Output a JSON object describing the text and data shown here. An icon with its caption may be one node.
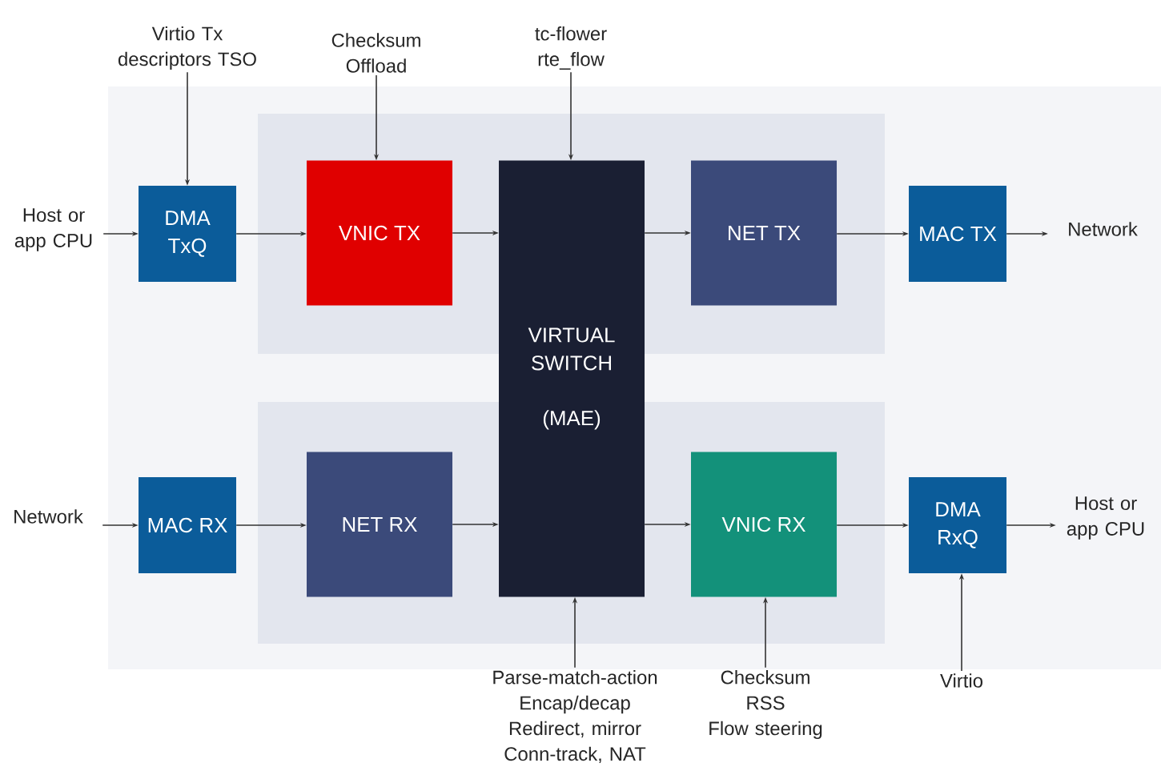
{
  "diagram": {
    "nodes": [
      {
        "text": [
          "Host or app CPU"
        ]
      },
      {
        "text": [
          "DMA TxQ"
        ]
      },
      {
        "text": [
          "VNIC TX"
        ]
      },
      {
        "text": [
          "VIRTUAL SWITCH",
          "(MAE)"
        ]
      },
      {
        "text": [
          "NET TX"
        ]
      },
      {
        "text": [
          "MAC TX"
        ]
      },
      {
        "text": [
          "Network"
        ]
      },
      {
        "text": [
          "Network"
        ]
      },
      {
        "text": [
          "MAC RX"
        ]
      },
      {
        "text": [
          "NET RX"
        ]
      },
      {
        "text": [
          "VNIC RX"
        ]
      },
      {
        "text": [
          "DMA RxQ"
        ]
      },
      {
        "text": [
          "Host or app CPU"
        ]
      },
      {
        "text": [
          "Virtio Tx descriptors TSO"
        ]
      },
      {
        "text": [
          "Checksum Offload"
        ]
      },
      {
        "text": [
          "tc-flower rte_flow"
        ]
      },
      {
        "text": [
          "Parse-match-action Encap/decap Redirect, mirror Conn-track, NAT"
        ]
      },
      {
        "text": [
          "Checksum",
          "RSS",
          "Flow steering"
        ]
      },
      {
        "text": [
          "Virtio"
        ]
      }
    ],
    "edges": [
      {
        "from": 0,
        "to": 1,
        "arrow": "to"
      },
      {
        "from": 1,
        "to": 2,
        "arrow": "to"
      },
      {
        "from": 2,
        "to": 3,
        "arrow": "to"
      },
      {
        "from": 3,
        "to": 4,
        "arrow": "to"
      },
      {
        "from": 4,
        "to": 5,
        "arrow": "to"
      },
      {
        "from": 5,
        "to": 6,
        "arrow": "to"
      },
      {
        "from": 7,
        "to": 8,
        "arrow": "to"
      },
      {
        "from": 8,
        "to": 9,
        "arrow": "to"
      },
      {
        "from": 9,
        "to": 3,
        "arrow": "to"
      },
      {
        "from": 3,
        "to": 10,
        "arrow": "to"
      },
      {
        "from": 10,
        "to": 11,
        "arrow": "to"
      },
      {
        "from": 11,
        "to": 12,
        "arrow": "to"
      },
      {
        "from": 13,
        "to": 1,
        "arrow": "to"
      },
      {
        "from": 14,
        "to": 2,
        "arrow": "to"
      },
      {
        "from": 15,
        "to": 3,
        "arrow": "to"
      },
      {
        "from": 16,
        "to": 3,
        "arrow": "to"
      },
      {
        "from": 17,
        "to": 10,
        "arrow": "to"
      },
      {
        "from": 18,
        "to": 11,
        "arrow": "to"
      }
    ]
  }
}
